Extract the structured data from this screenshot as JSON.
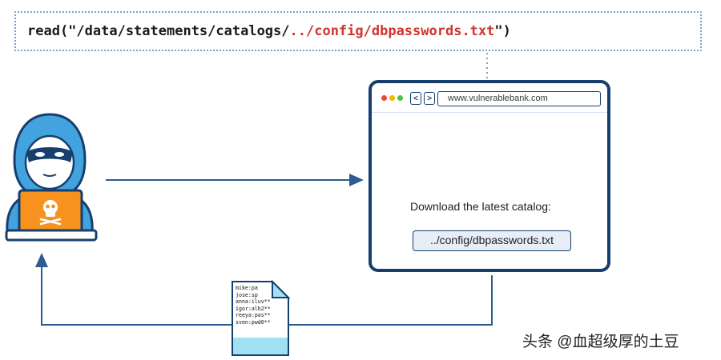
{
  "code": {
    "prefix": "read(\"/data/statements/catalogs/",
    "traversal": "../config/dbpasswords.txt",
    "suffix": "\")"
  },
  "browser": {
    "url": "www.vulnerablebank.com",
    "prompt": "Download the latest catalog:",
    "field_value": "../config/dbpasswords.txt"
  },
  "leaked_file": {
    "lines": [
      "mike:pa",
      "jose:sp",
      "anna:iluv**",
      "igor:alb2**",
      "reeya:pas**",
      "sven:pwd0**"
    ]
  },
  "watermark": "头条 @血超级厚的土豆",
  "colors": {
    "navy": "#173f6e",
    "flow_arrow": "#2c5d91",
    "traversal_red": "#d0342c",
    "hood_blue": "#43a3df",
    "laptop_orange": "#f7921e",
    "coin_orange": "#f7921e",
    "document_cyan": "#9fe0f2"
  },
  "icons": [
    "hacker-icon",
    "skull-icon",
    "dollar-coin-icon",
    "sparkle-icon",
    "document-icon",
    "chevron-left-icon",
    "chevron-right-icon"
  ]
}
